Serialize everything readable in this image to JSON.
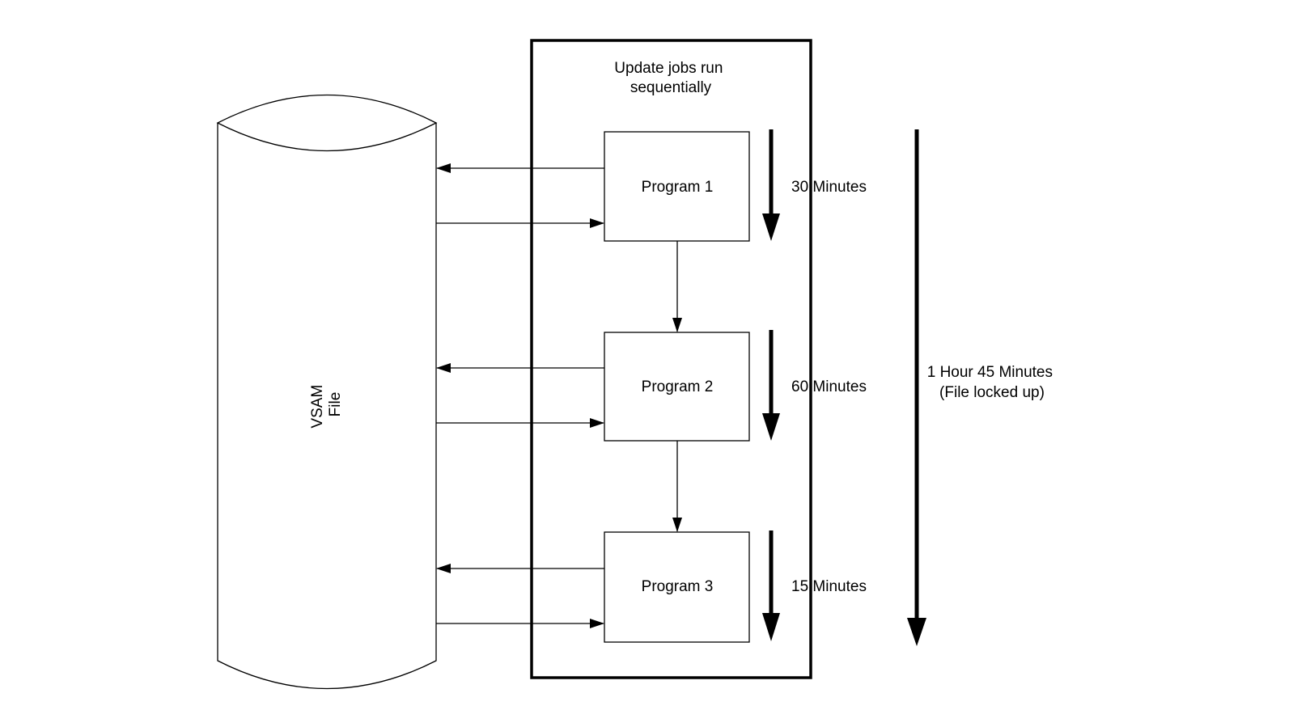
{
  "container": {
    "title_lines": [
      "Update jobs run",
      "sequentially"
    ]
  },
  "vsam_file": {
    "label_lines": [
      "VSAM",
      "File"
    ]
  },
  "programs": [
    {
      "label": "Program 1",
      "duration": "30 Minutes"
    },
    {
      "label": "Program 2",
      "duration": "60 Minutes"
    },
    {
      "label": "Program 3",
      "duration": "15 Minutes"
    }
  ],
  "total": {
    "lines": [
      "1 Hour 45 Minutes",
      "(File locked up)"
    ]
  },
  "colors": {
    "line": "#000000",
    "background": "#ffffff"
  }
}
